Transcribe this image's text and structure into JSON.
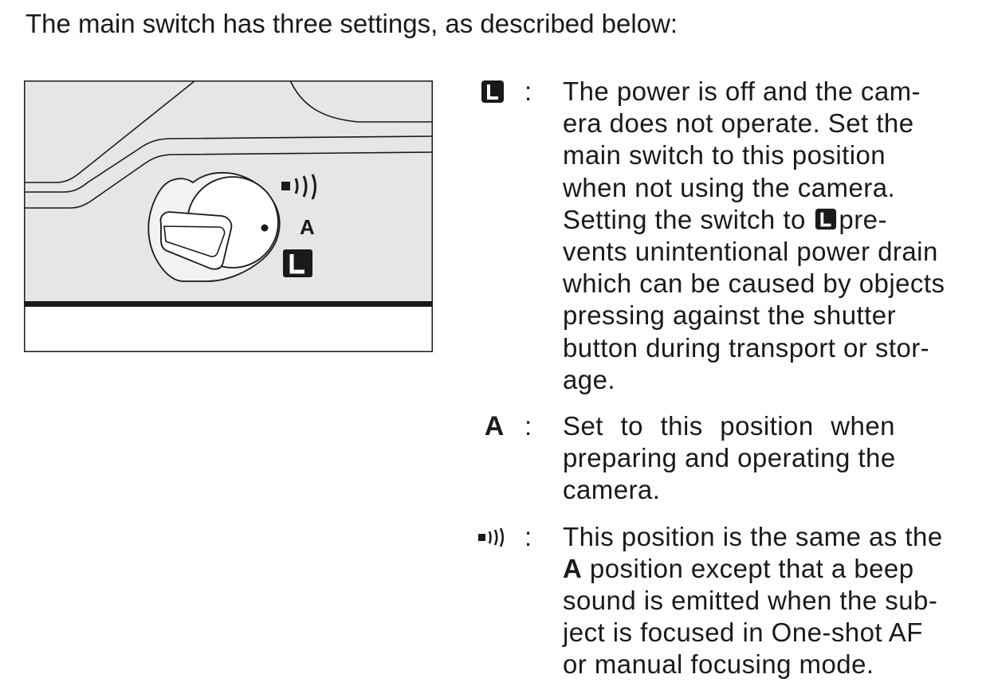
{
  "intro": "The main switch has three settings, as described below:",
  "figure": {
    "dial_labels": {
      "beep": "beep-icon",
      "auto": "A",
      "lock": "L"
    }
  },
  "entries": [
    {
      "symbol": "L",
      "symbol_icon": "lock-icon",
      "colon": ":",
      "lines": [
        "The power is off and the cam-",
        "era does not operate. Set the",
        "main switch to this position",
        "when not using the camera."
      ],
      "line5_before": "Setting the switch to",
      "line5_after": "pre-",
      "lines_tail": [
        "vents unintentional power drain",
        "which can be caused by objects",
        "pressing against the shutter",
        "button during transport or stor-",
        "age."
      ]
    },
    {
      "symbol": "A",
      "colon": ":",
      "lines": [
        "Set to this position when",
        "preparing and operating the",
        "camera."
      ]
    },
    {
      "symbol_icon": "beep-icon",
      "colon": ":",
      "lines": [
        "This position is the same as the"
      ],
      "line2_bold": "A",
      "line2_rest": "position except that a beep",
      "lines_tail": [
        "sound is emitted when the sub-",
        "ject is focused in One-shot AF",
        "or manual focusing mode."
      ]
    }
  ]
}
